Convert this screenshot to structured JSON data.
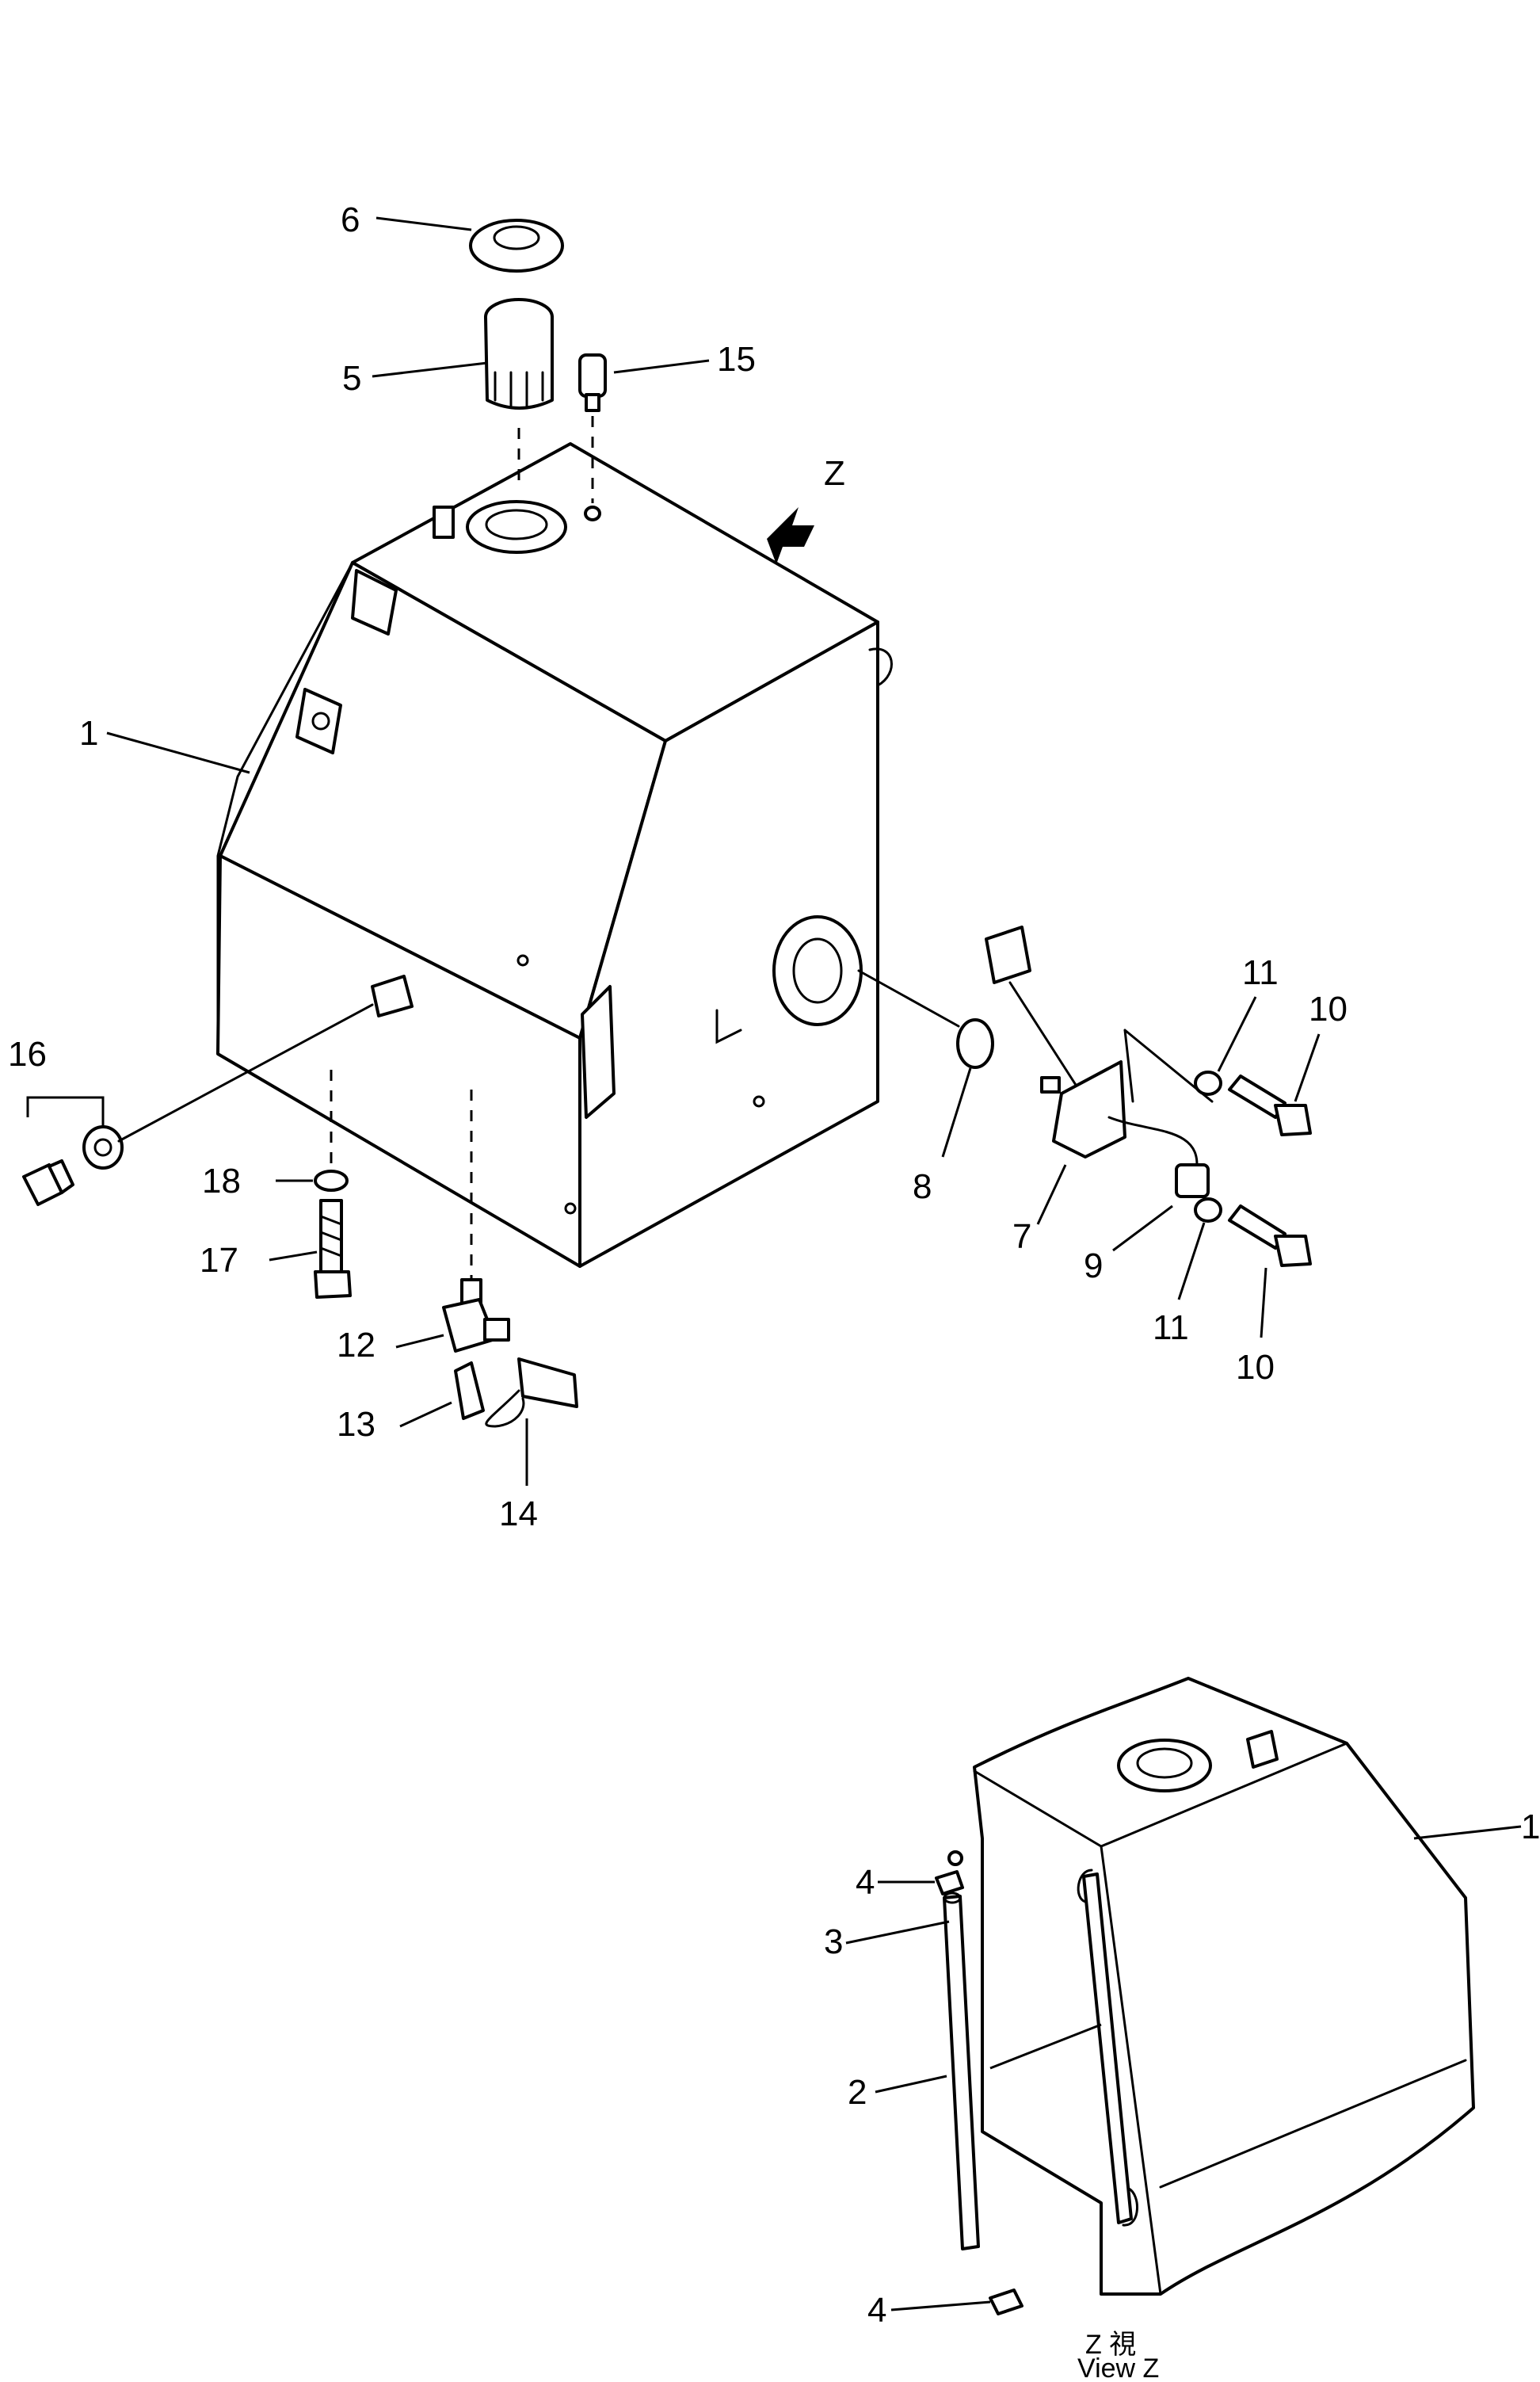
{
  "view_marker": "Z",
  "view_caption": {
    "line1": "Z 視",
    "line2": "View Z"
  },
  "callouts": {
    "c1": "1",
    "c5": "5",
    "c6": "6",
    "c7": "7",
    "c8": "8",
    "c9": "9",
    "c10a": "10",
    "c10b": "10",
    "c11a": "11",
    "c11b": "11",
    "c12": "12",
    "c13": "13",
    "c14": "14",
    "c15": "15",
    "c16": "16",
    "c17": "17",
    "c18": "18",
    "v1": "1",
    "v2": "2",
    "v3": "3",
    "v4a": "4",
    "v4b": "4"
  },
  "icons": {
    "tank": "fuel-tank-icon",
    "cap": "filler-cap-icon",
    "strainer": "strainer-icon",
    "breather": "breather-icon",
    "gauge": "level-gauge-icon",
    "bolt": "bolt-icon",
    "drain_valve": "drain-valve-icon"
  }
}
